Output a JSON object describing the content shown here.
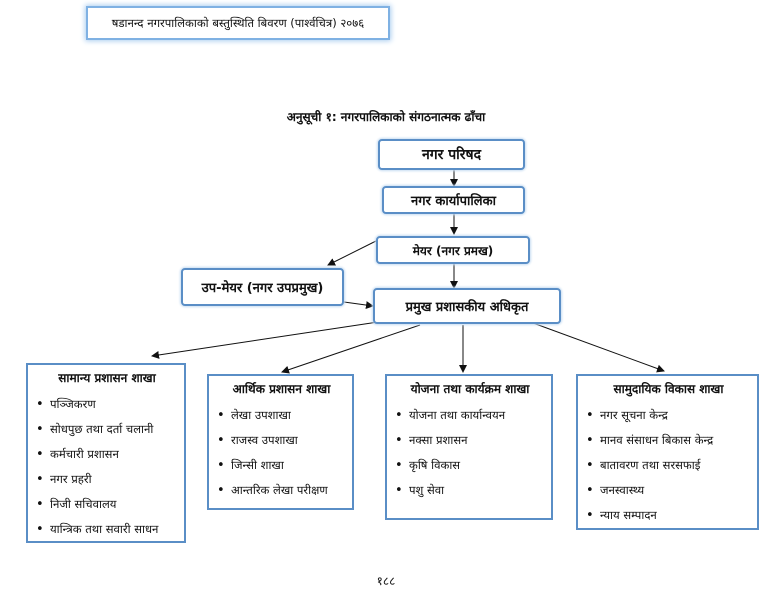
{
  "header": {
    "title": "षडानन्द नगरपालिकाको बस्तुस्थिति बिवरण (पार्श्वचित्र) २०७६"
  },
  "diagram": {
    "title": "अनुसूची १: नगरपालिकाको संगठनात्मक ढाँचा",
    "nodes": {
      "council": "नगर परिषद",
      "executive": "नगर कार्यापालिका",
      "mayor": "मेयर (नगर प्रमख)",
      "deputy_mayor": "उप-मेयर (नगर उपप्रमुख)",
      "cao": "प्रमुख प्रशासकीय अधिकृत"
    },
    "branches": [
      {
        "title": "सामान्य प्रशासन शाखा",
        "items": [
          "पञ्जिकरण",
          "सोधपुछ तथा दर्ता चलानी",
          "कर्मचारी प्रशासन",
          "नगर प्रहरी",
          "निजी सचिवालय",
          "यान्त्रिक तथा सवारी साधन"
        ]
      },
      {
        "title": "आर्थिक प्रशासन शाखा",
        "items": [
          "लेखा उपशाखा",
          "राजस्व उपशाखा",
          "जिन्सी शाखा",
          "आन्तरिक लेखा परीक्षण"
        ]
      },
      {
        "title": "योजना तथा कार्यक्रम शाखा",
        "items": [
          "योजना तथा कार्यान्वयन",
          "नक्सा प्रशासन",
          "कृषि विकास",
          "पशु सेवा"
        ]
      },
      {
        "title": "सामुदायिक विकास शाखा",
        "items": [
          "नगर सूचना केन्द्र",
          "मानव संसाधन बिकास केन्द्र",
          "बातावरण तथा सरसफाई",
          "जनस्वास्थ्य",
          "न्याय सम्पादन"
        ]
      }
    ]
  },
  "footer": {
    "page_number": "१८८"
  },
  "colors": {
    "box_border": "#5a8ec6",
    "header_glow": "#7fb1e3",
    "arrow": "#111111"
  }
}
